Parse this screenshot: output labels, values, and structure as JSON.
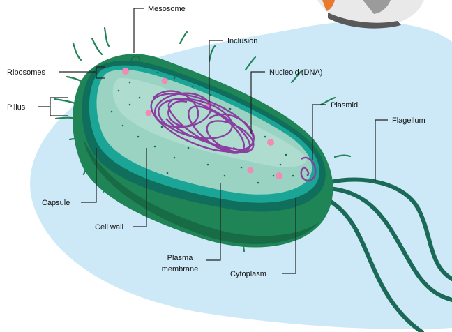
{
  "labels": {
    "mesosome": "Mesosome",
    "inclusion": "Inclusion",
    "ribosomes": "Ribosomes",
    "nucleoid": "Nucleoid (DNA)",
    "pillus": "Pillus",
    "plasmid": "Plasmid",
    "flagellum": "Flagellum",
    "capsule": "Capsule",
    "cell_wall": "Cell wall",
    "plasma_membrane_line1": "Plasma",
    "plasma_membrane_line2": "membrane",
    "cytoplasm": "Cytoplasm"
  },
  "colors": {
    "background_blob": "#cde9f7",
    "capsule": "#1f8456",
    "capsule_dark": "#176b45",
    "cell_wall": "#0f6f5c",
    "membrane": "#1aa596",
    "cytoplasm": "#9bd3c3",
    "cytoplasm_light": "#b6e1d4",
    "dna": "#8a3fa0",
    "ribosome_pink": "#f08cb4",
    "flagellum": "#1b6a57",
    "leader_line": "#222222",
    "dot": "#1d6b55"
  }
}
